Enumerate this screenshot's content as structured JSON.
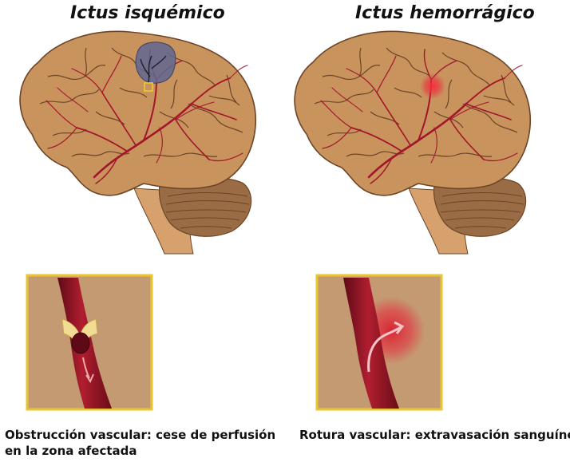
{
  "left": {
    "title": "Ictus isquémico",
    "caption_line1": "Obstrucción vascular: cese de perfusión",
    "caption_line2": "en la zona afectada"
  },
  "right": {
    "title": "Ictus hemorrágico",
    "caption_line1": "Rotura vascular: extravasación sanguínea"
  },
  "colors": {
    "brain": "#c9935e",
    "brain_outline": "#6b4526",
    "vessel": "#a3162a",
    "inset_border": "#e8c531",
    "inset_bg": "#c49a72",
    "ischemic_zone": "#5f6690",
    "hemorrhage": "#e02a3a"
  }
}
